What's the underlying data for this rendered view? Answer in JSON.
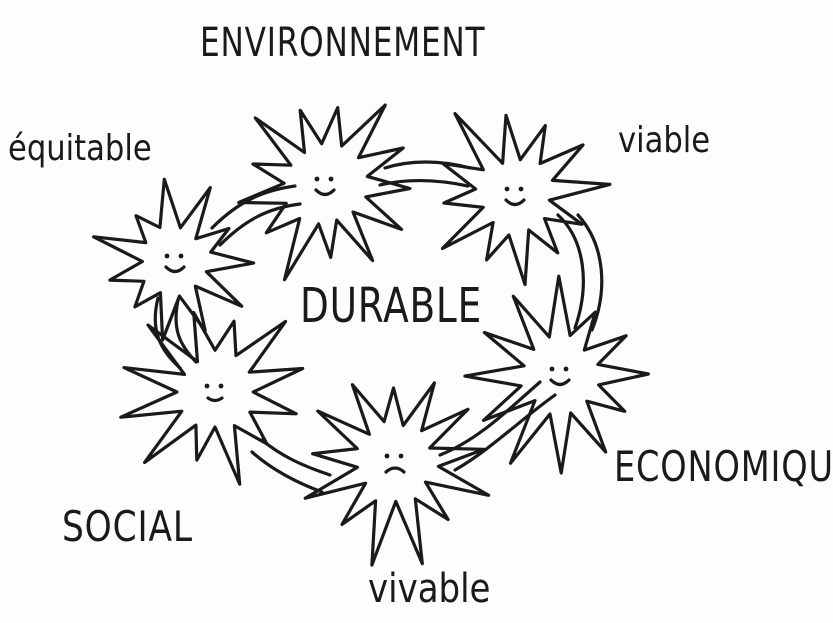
{
  "diagram": {
    "center_label": "DURABLE",
    "pillars": {
      "environment": "ENVIRONNEMENT",
      "social": "SOCIAL",
      "economic": "ECONOMIQUE"
    },
    "intersections": {
      "equitable": "équitable",
      "viable": "viable",
      "livable": "vivable"
    }
  }
}
